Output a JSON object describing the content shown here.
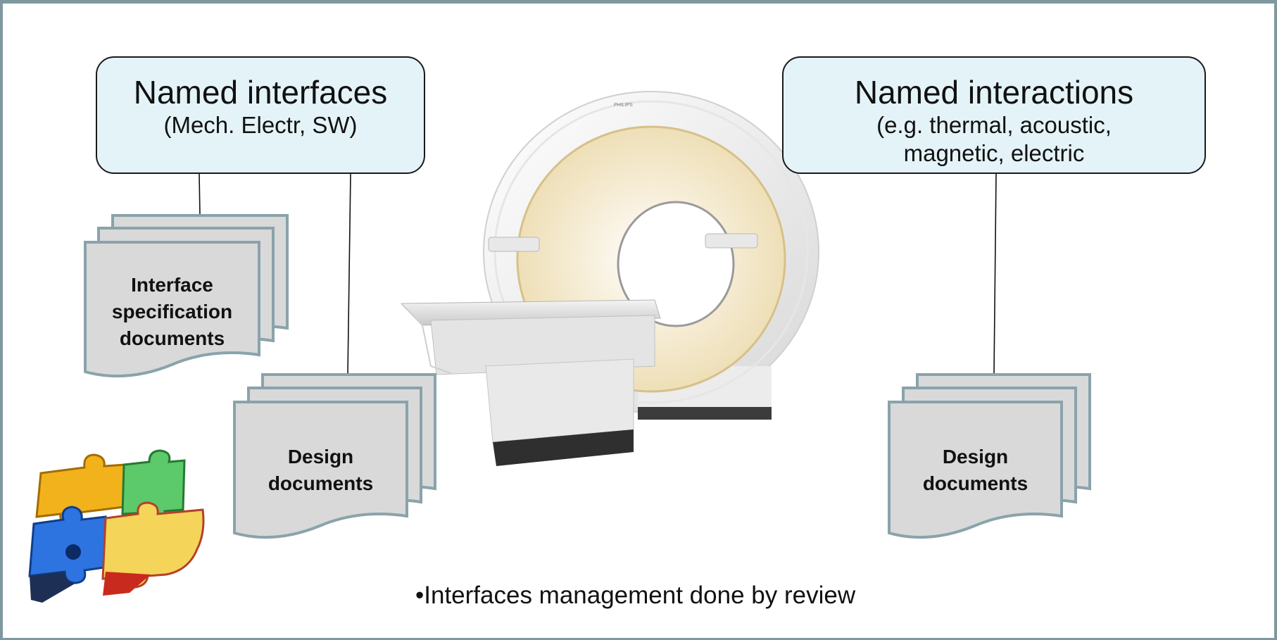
{
  "callouts": {
    "interfaces": {
      "title": "Named interfaces",
      "subtitle": "(Mech. Electr, SW)"
    },
    "interactions": {
      "title": "Named interactions",
      "subtitle_line1": "(e.g. thermal, acoustic,",
      "subtitle_line2": "magnetic, electric"
    }
  },
  "documents": {
    "interface_spec": [
      "Interface",
      "specification",
      "documents"
    ],
    "design_left": [
      "Design",
      "documents"
    ],
    "design_right": [
      "Design",
      "documents"
    ]
  },
  "footer": {
    "note": "•Interfaces management done by review"
  },
  "scanner": {
    "brand": "PHILIPS"
  },
  "icons": [
    "mri-scanner-illustration",
    "puzzle-pieces-icon",
    "document-stack-icon"
  ],
  "colors": {
    "frame": "#7f979e",
    "callout_fill": "#e4f3f8",
    "doc_fill": "#d9d9d9",
    "doc_stroke": "#8aa3ab",
    "scanner_bore": "#f3e7c8"
  }
}
